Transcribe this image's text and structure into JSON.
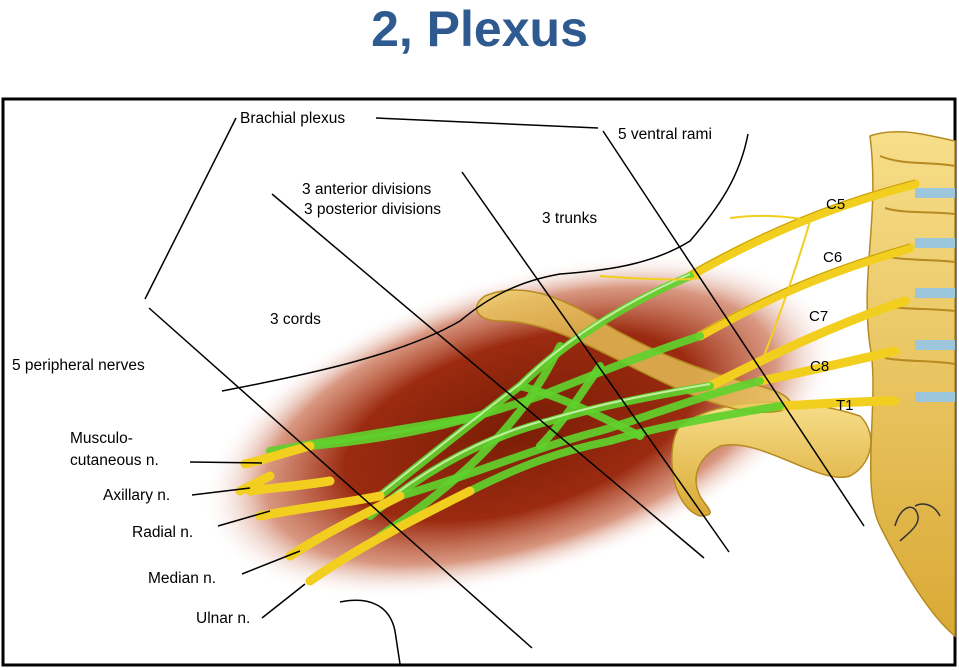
{
  "slide": {
    "title": "2, Plexus"
  },
  "diagram": {
    "labels": {
      "brachial_plexus": "Brachial plexus",
      "ventral_rami": "5 ventral rami",
      "anterior_divisions": "3 anterior divisions",
      "posterior_divisions": "3 posterior divisions",
      "trunks": "3 trunks",
      "cords": "3 cords",
      "peripheral_nerves": "5 peripheral nerves",
      "musculo_1": "Musculo-",
      "musculo_2": "cutaneous n.",
      "axillary": "Axillary n.",
      "radial": "Radial n.",
      "median": "Median n.",
      "ulnar": "Ulnar n."
    },
    "roots": [
      "C5",
      "C6",
      "C7",
      "C8",
      "T1"
    ],
    "colors": {
      "title": "#2f5a8f",
      "nerve_yellow": "#f2cf1e",
      "plexus_green": "#5fd12c",
      "bone": "#e9c45a",
      "muscle_shadow": "#9b2b10",
      "frame": "#000000"
    }
  }
}
